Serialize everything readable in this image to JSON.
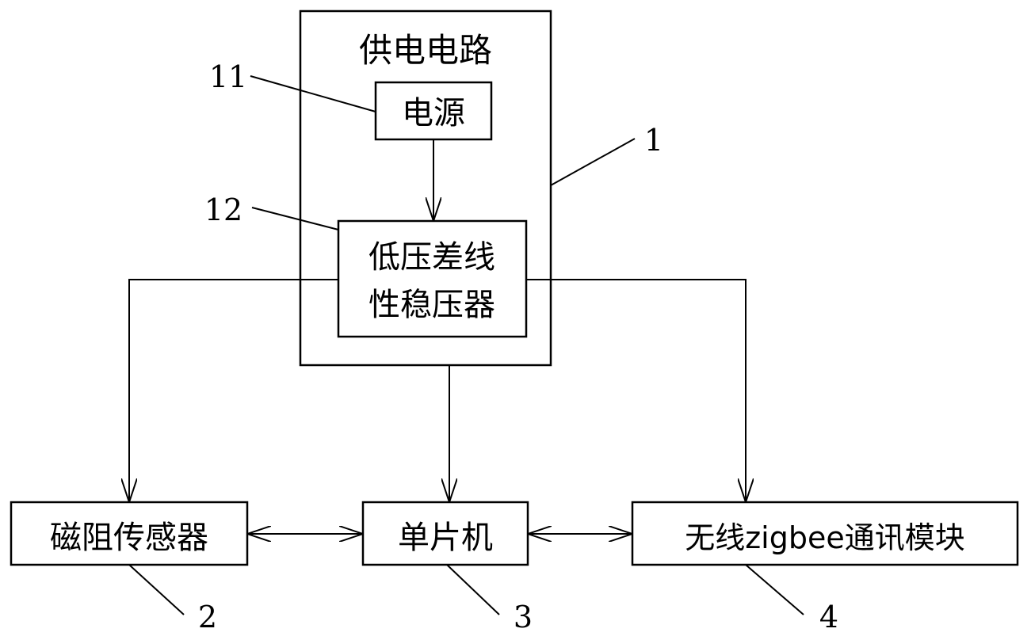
{
  "power_circuit": {
    "title": "供电电路",
    "ref": "1",
    "power_source": {
      "label": "电源",
      "ref": "11"
    },
    "regulator": {
      "line1": "低压差线",
      "line2": "性稳压器",
      "ref": "12"
    }
  },
  "sensor": {
    "label": "磁阻传感器",
    "ref": "2"
  },
  "mcu": {
    "label": "单片机",
    "ref": "3"
  },
  "wireless": {
    "label": "无线zigbee通讯模块",
    "ref": "4"
  },
  "colors": {
    "stroke": "#000000",
    "background": "#ffffff"
  }
}
